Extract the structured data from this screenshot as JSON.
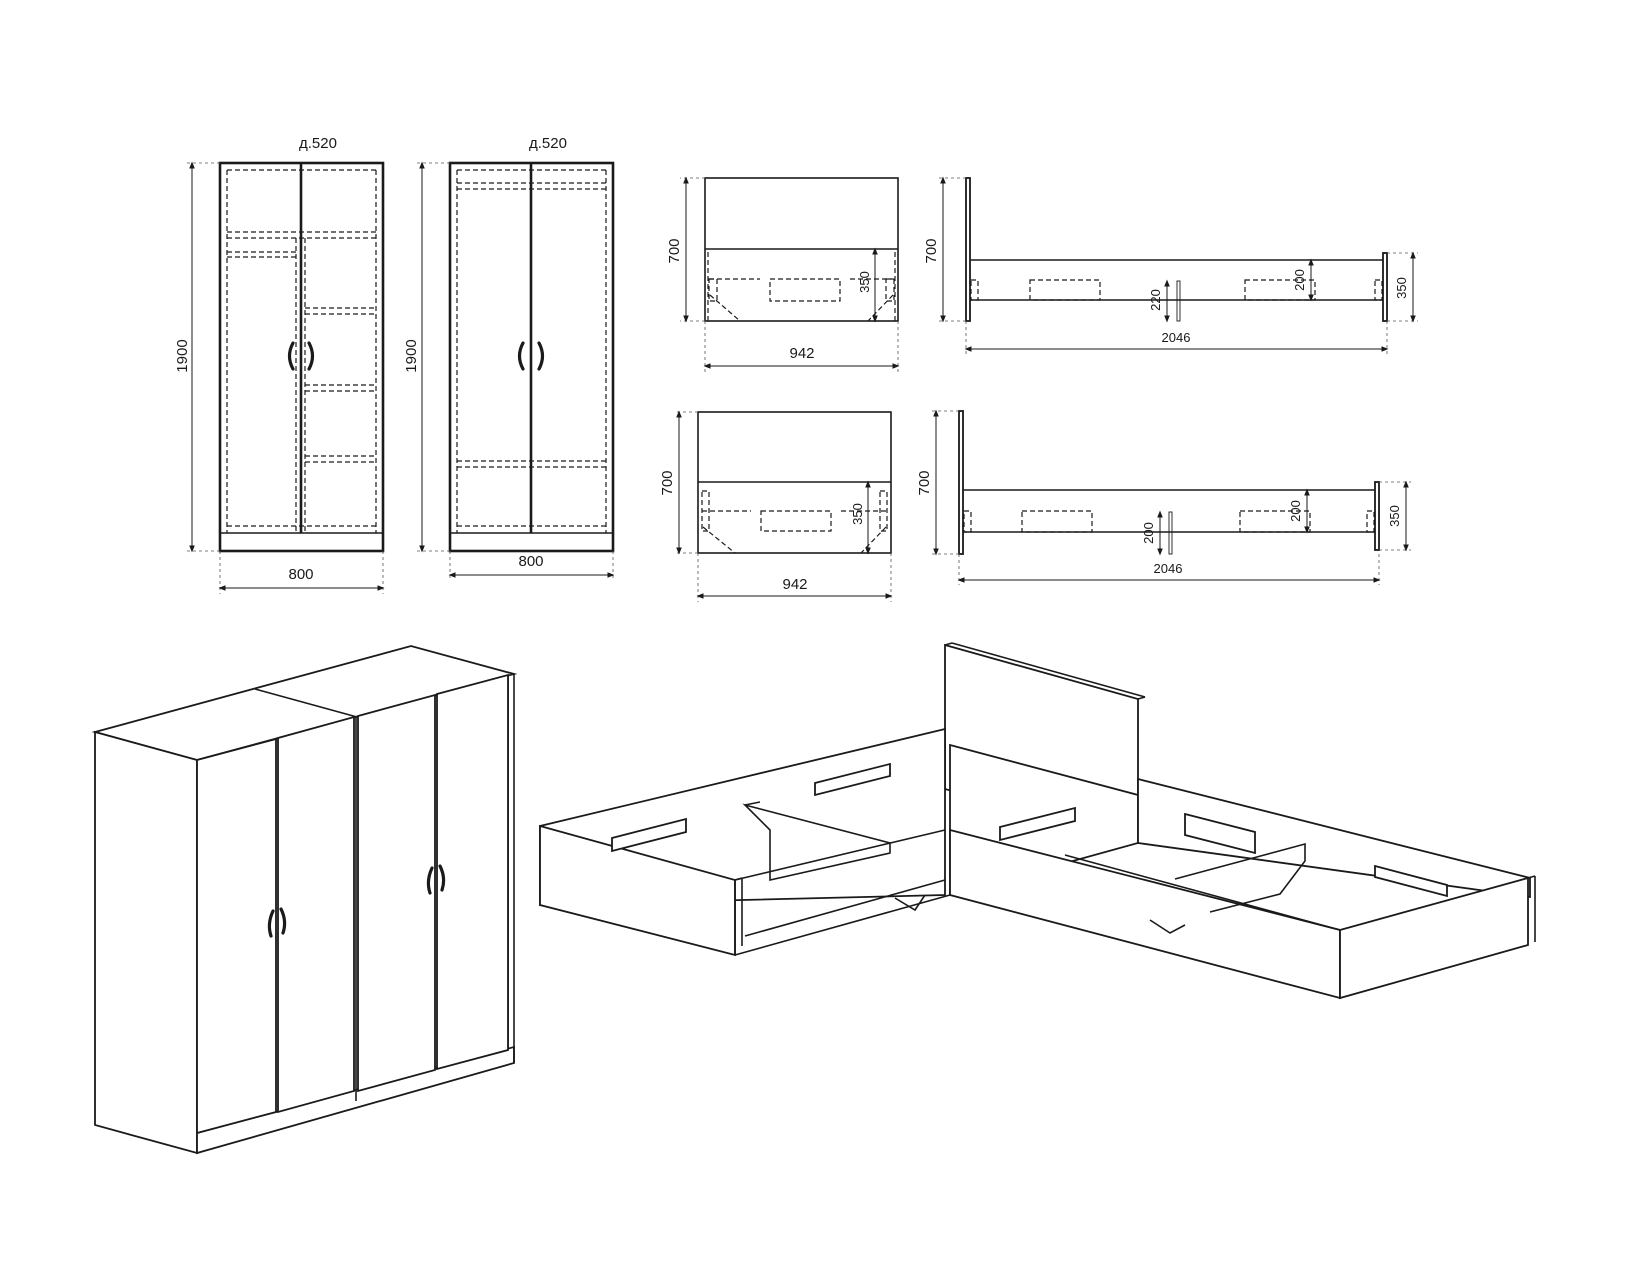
{
  "wardrobe_left": {
    "depth_label": "д.520",
    "height_label": "1900",
    "width_label": "800"
  },
  "wardrobe_right": {
    "depth_label": "д.520",
    "height_label": "1900",
    "width_label": "800"
  },
  "bed_top_front": {
    "height_label": "700",
    "drawer_height_label": "350",
    "width_label": "942"
  },
  "bed_top_side": {
    "height_label": "700",
    "leg_label": "220",
    "mid_label": "200",
    "foot_label": "350",
    "length_label": "2046"
  },
  "bed_bottom_front": {
    "height_label": "700",
    "drawer_height_label": "350",
    "width_label": "942"
  },
  "bed_bottom_side": {
    "height_label": "700",
    "leg_label": "200",
    "mid_label": "200",
    "foot_label": "350",
    "length_label": "2046"
  }
}
